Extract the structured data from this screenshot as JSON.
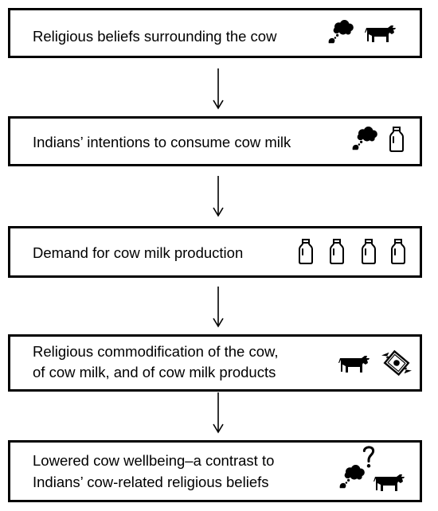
{
  "steps": [
    {
      "text": "Religious beliefs surrounding the cow",
      "icons": [
        "thought-bubble-icon",
        "cow-icon"
      ]
    },
    {
      "text": "Indians’ intentions to consume cow milk",
      "icons": [
        "thought-bubble-icon",
        "milk-bottle-icon"
      ]
    },
    {
      "text": "Demand for cow milk production",
      "icons": [
        "milk-bottle-icon",
        "milk-bottle-icon",
        "milk-bottle-icon",
        "milk-bottle-icon"
      ]
    },
    {
      "line1": "Religious commodification of the cow,",
      "line2": "of cow milk, and of cow milk products",
      "icons": [
        "cow-icon",
        "flying-money-icon"
      ]
    },
    {
      "line1": "Lowered cow wellbeing–a contrast to",
      "line2": "Indians’ cow-related religious beliefs",
      "icons": [
        "question-mark-icon",
        "thought-bubble-icon",
        "cow-icon"
      ]
    }
  ]
}
